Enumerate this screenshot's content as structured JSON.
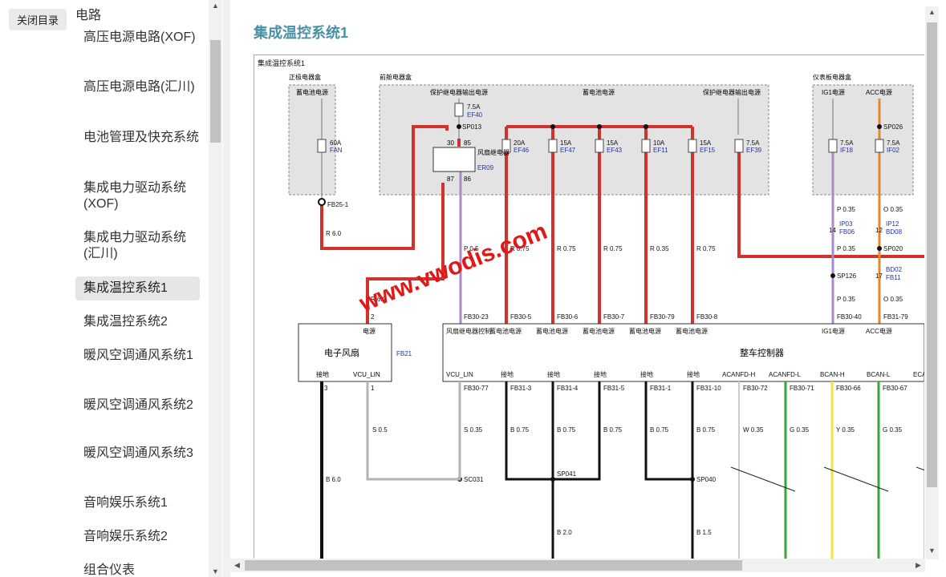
{
  "toc": {
    "close_label": "关闭目录",
    "head": "电路",
    "items": [
      {
        "label": "高压电源电路(XOF)",
        "active": false
      },
      {
        "label": "高压电源电路(汇川)",
        "active": false
      },
      {
        "label": "电池管理及快充系统",
        "active": false
      },
      {
        "label": "集成电力驱动系统(XOF)",
        "active": false
      },
      {
        "label": "集成电力驱动系统(汇川)",
        "active": false
      },
      {
        "label": "集成温控系统1",
        "active": true
      },
      {
        "label": "集成温控系统2",
        "active": false
      },
      {
        "label": "暖风空调通风系统1",
        "active": false
      },
      {
        "label": "暖风空调通风系统2",
        "active": false
      },
      {
        "label": "暖风空调通风系统3",
        "active": false
      },
      {
        "label": "音响娱乐系统1",
        "active": false
      },
      {
        "label": "音响娱乐系统2",
        "active": false
      },
      {
        "label": "组合仪表",
        "active": false
      }
    ]
  },
  "main": {
    "title": "集成温控系统1"
  },
  "diagram": {
    "frame_title": "集成温控系统1",
    "boxes": {
      "front_box": "正极电器盒",
      "engine_box": "前舱电器盒",
      "dash_box": "仪表板电器盒"
    },
    "labels": {
      "bat1": "蓄电池电源",
      "relay_out1": "保护继电器输出电源",
      "bat2": "蓄电池电源",
      "relay_out2": "保护继电器输出电源",
      "ig1": "IG1电源",
      "acc": "ACC电源",
      "fan_relay": "风扇继电器",
      "fan_relay_code": "ER09",
      "watermark": "www.vwodis.com"
    },
    "fuses": [
      {
        "amp": "60A",
        "code": "FAN"
      },
      {
        "amp": "7.5A",
        "code": "EF40"
      },
      {
        "amp": "20A",
        "code": "EF46"
      },
      {
        "amp": "15A",
        "code": "EF47"
      },
      {
        "amp": "15A",
        "code": "EF43"
      },
      {
        "amp": "10A",
        "code": "EF11"
      },
      {
        "amp": "15A",
        "code": "EF15"
      },
      {
        "amp": "7.5A",
        "code": "EF39"
      },
      {
        "amp": "7.5A",
        "code": "IF18"
      },
      {
        "amp": "7.5A",
        "code": "IF02"
      }
    ],
    "splices": [
      "SP013",
      "SP026",
      "SP020",
      "SP126",
      "SC031",
      "SP041",
      "SP040"
    ],
    "connectors": [
      "FB25-1",
      "IP03",
      "FB06",
      "IP12",
      "BD08",
      "BD02",
      "FB11"
    ],
    "pins": [
      "30",
      "85",
      "87",
      "86",
      "14",
      "12",
      "17",
      "2",
      "3",
      "1"
    ],
    "wires_top": [
      "R 6.0",
      "P 0.5",
      "R 0.75",
      "R 0.75",
      "R 0.75",
      "R 0.35",
      "R 0.75",
      "P 0.35",
      "O 0.35",
      "P 0.35",
      "P 0.35",
      "O 0.35"
    ],
    "wire_r60b": "R 6.0",
    "fan": {
      "power": "电源",
      "name": "电子风扇",
      "code": "FB21",
      "ground": "接地",
      "vcu": "VCU_LIN"
    },
    "vcu": {
      "name": "整车控制器",
      "top_pins": [
        "FB30-23",
        "FB30-5",
        "FB30-6",
        "FB30-7",
        "FB30-79",
        "FB30-8",
        "FB30-40",
        "FB31-79"
      ],
      "top_labels": [
        "风扇继电器控制",
        "蓄电池电源",
        "蓄电池电源",
        "蓄电池电源",
        "蓄电池电源",
        "蓄电池电源",
        "IG1电源",
        "ACC电源"
      ],
      "bottom_labels": [
        "VCU_LIN",
        "接地",
        "接地",
        "接地",
        "接地",
        "接地",
        "ACANFD-H",
        "ACANFD-L",
        "BCAN-H",
        "BCAN-L",
        "ECA"
      ],
      "bottom_pins": [
        "FB30-77",
        "FB31-3",
        "FB31-4",
        "FB31-5",
        "FB31-1",
        "FB31-10",
        "FB30-72",
        "FB30-71",
        "FB30-66",
        "FB30-67"
      ]
    },
    "wires_bottom": [
      "B 6.0",
      "S 0.5",
      "S 0.35",
      "B 0.75",
      "B 0.75",
      "B 0.75",
      "B 0.75",
      "B 0.75",
      "W 0.35",
      "G 0.35",
      "Y 0.35",
      "G 0.35",
      "B 2.0",
      "B 1.5"
    ],
    "colors": {
      "red": "#d0322c",
      "purple": "#a98bc9",
      "orange": "#e08a2a",
      "black": "#111111",
      "gray": "#b4b4b4",
      "green": "#3aa53a",
      "yellow": "#f2e23a",
      "box_fill": "#e3e3e3",
      "title": "#4a90a4"
    }
  }
}
